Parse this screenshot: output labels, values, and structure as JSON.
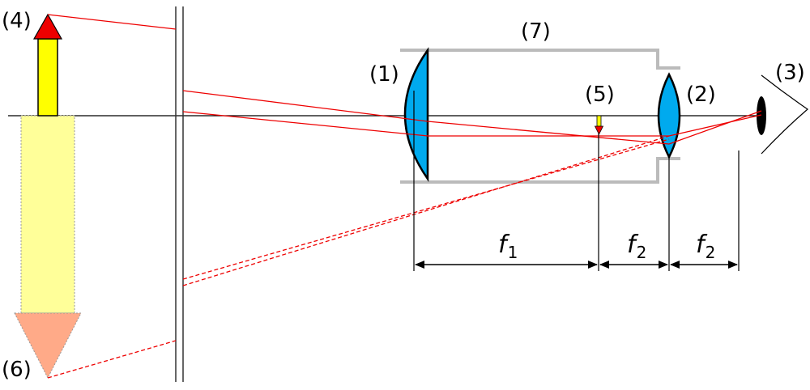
{
  "labels": {
    "objective_lens": "(1)",
    "eyepiece_lens": "(2)",
    "eye": "(3)",
    "object": "(4)",
    "intermediate_image": "(5)",
    "virtual_image": "(6)",
    "tube": "(7)"
  },
  "dimensions": [
    {
      "symbol": "f",
      "subscript": "1"
    },
    {
      "symbol": "f",
      "subscript": "2"
    },
    {
      "symbol": "f",
      "subscript": "2"
    }
  ],
  "colors": {
    "lens_fill": "#00aaee",
    "ray": "#ee0000",
    "object_arrow_body": "#ffff00",
    "object_arrow_head": "#ee0000",
    "virtual_image_body": "#ffff99",
    "virtual_image_head": "#ffaa88",
    "tube": "#bbbbbb",
    "eye_pupil": "#000000"
  }
}
